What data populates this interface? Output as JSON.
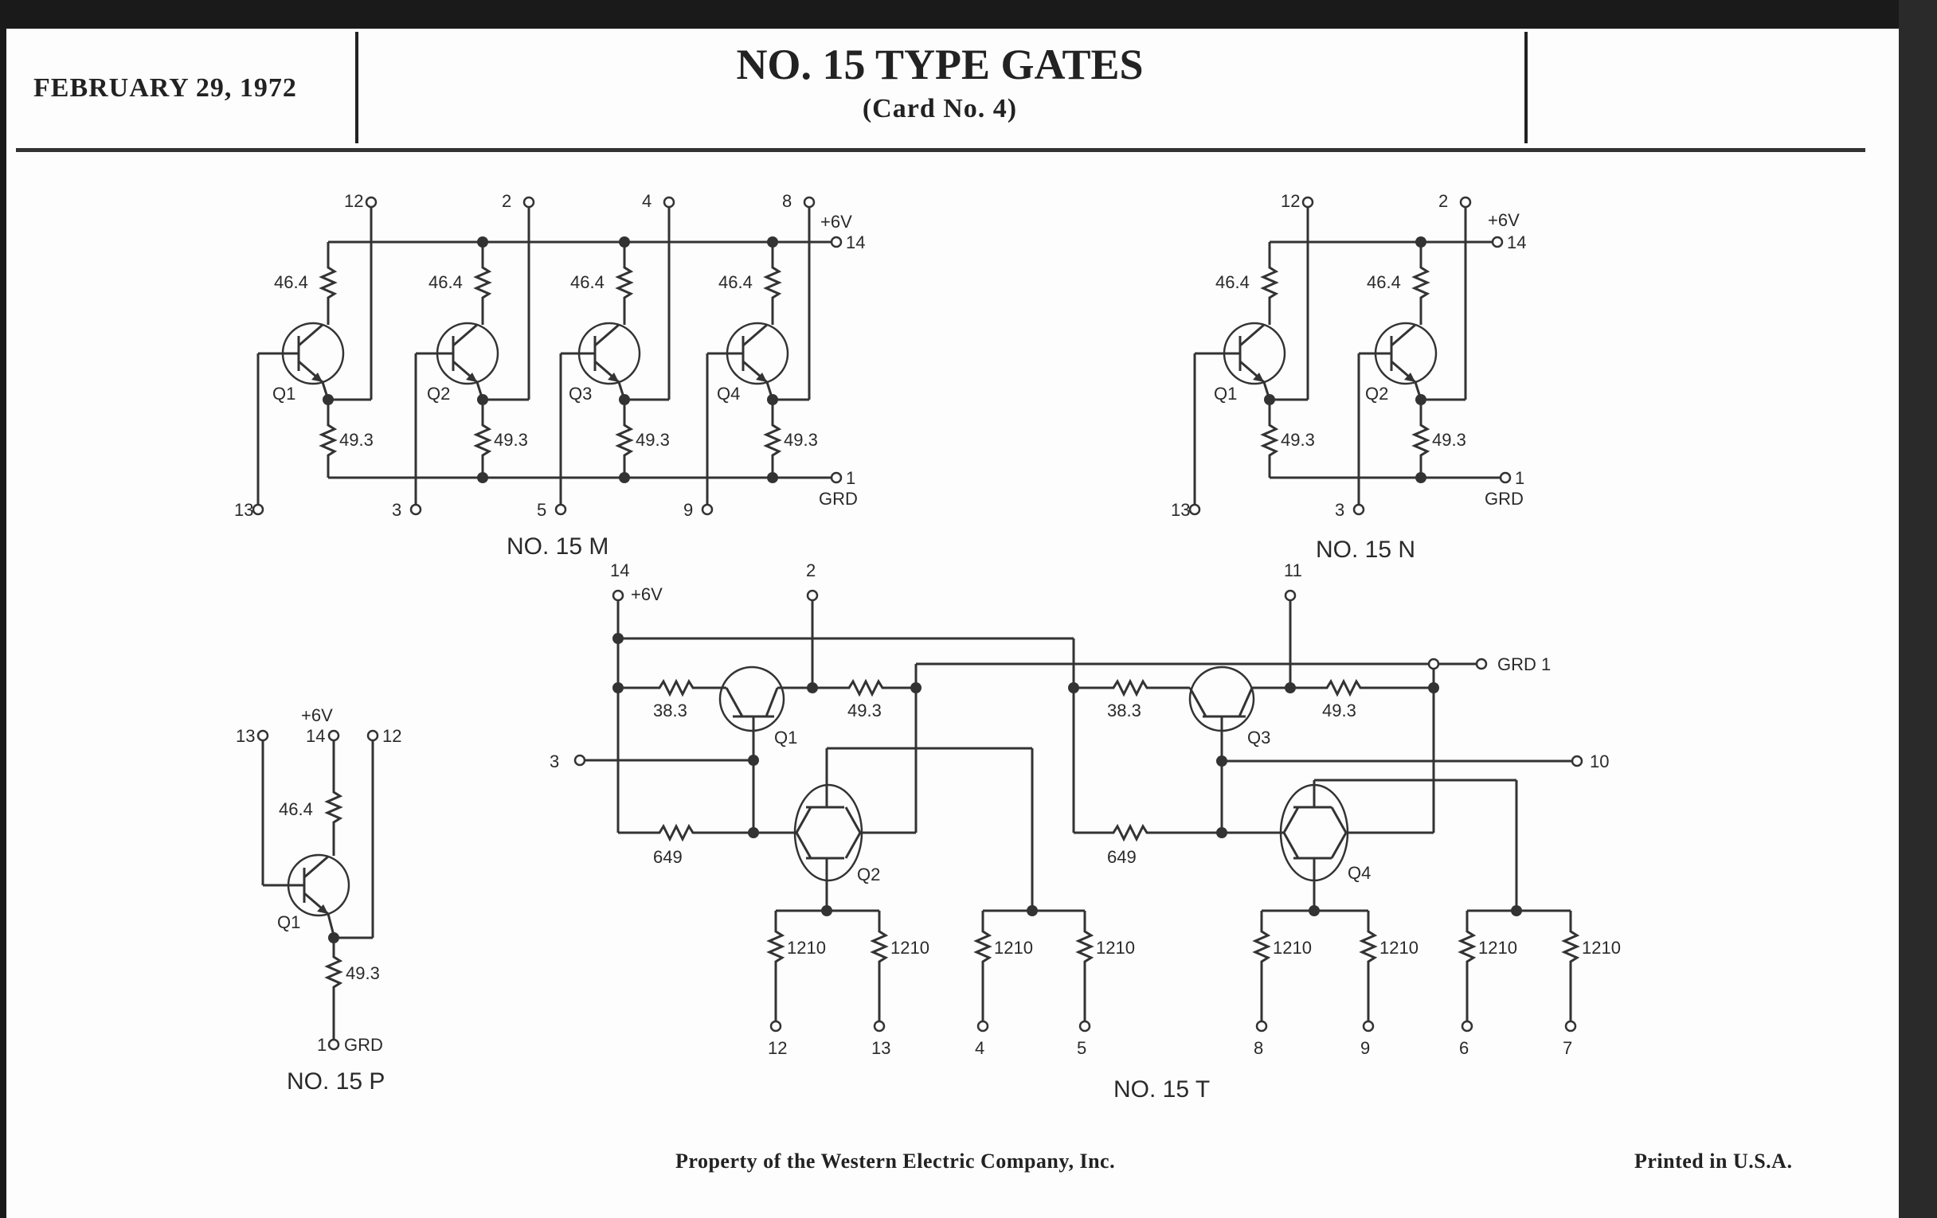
{
  "header": {
    "date": "FEBRUARY 29, 1972",
    "title": "NO. 15 TYPE GATES",
    "subtitle": "(Card No. 4)"
  },
  "footer": {
    "property": "Property of the Western Electric Company, Inc.",
    "printed": "Printed in U.S.A."
  },
  "circuits": {
    "m": {
      "caption": "NO. 15 M",
      "supply": "+6V",
      "supply_pin": "14",
      "ground_pin": "1",
      "ground_label": "GRD",
      "stages": [
        {
          "transistor": "Q1",
          "r_top": "46.4",
          "r_bottom": "49.3",
          "input_pin": "13",
          "output_pin": "12"
        },
        {
          "transistor": "Q2",
          "r_top": "46.4",
          "r_bottom": "49.3",
          "input_pin": "3",
          "output_pin": "2"
        },
        {
          "transistor": "Q3",
          "r_top": "46.4",
          "r_bottom": "49.3",
          "input_pin": "5",
          "output_pin": "4"
        },
        {
          "transistor": "Q4",
          "r_top": "46.4",
          "r_bottom": "49.3",
          "input_pin": "9",
          "output_pin": "8"
        }
      ]
    },
    "n": {
      "caption": "NO. 15 N",
      "supply": "+6V",
      "supply_pin": "14",
      "ground_pin": "1",
      "ground_label": "GRD",
      "stages": [
        {
          "transistor": "Q1",
          "r_top": "46.4",
          "r_bottom": "49.3",
          "input_pin": "13",
          "output_pin": "12"
        },
        {
          "transistor": "Q2",
          "r_top": "46.4",
          "r_bottom": "49.3",
          "input_pin": "3",
          "output_pin": "2"
        }
      ]
    },
    "p": {
      "caption": "NO. 15 P",
      "supply": "+6V",
      "transistor": "Q1",
      "r_top": "46.4",
      "r_bottom": "49.3",
      "input_pin": "13",
      "supply_pin": "14",
      "output_pin": "12",
      "ground_pin": "1",
      "ground_label": "GRD"
    },
    "t": {
      "caption": "NO. 15 T",
      "supply_pin": "14",
      "supply": "+6V",
      "pin2": "2",
      "pin11": "11",
      "pin3": "3",
      "pin10": "10",
      "ground": "GRD 1",
      "q1": "Q1",
      "q2": "Q2",
      "q3": "Q3",
      "q4": "Q4",
      "r1": "38.3",
      "r2": "49.3",
      "r3": "649",
      "r4": "38.3",
      "r5": "49.3",
      "r6": "649",
      "load_resistor": "1210",
      "load_pins": [
        "12",
        "13",
        "4",
        "5",
        "8",
        "9",
        "6",
        "7"
      ]
    }
  }
}
